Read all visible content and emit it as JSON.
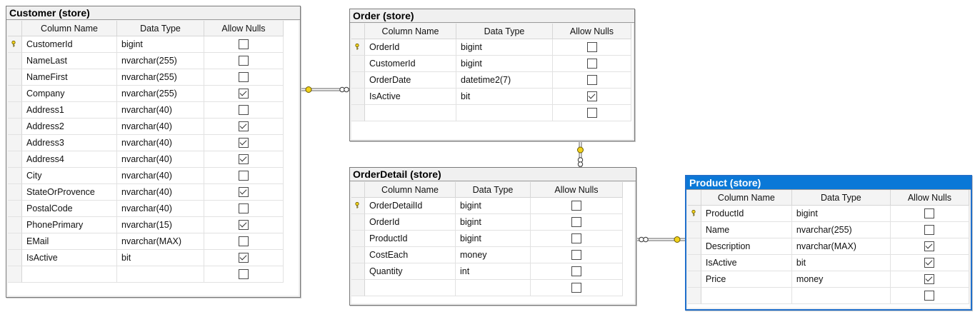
{
  "headers": {
    "column_name": "Column Name",
    "data_type": "Data Type",
    "allow_nulls": "Allow Nulls"
  },
  "tables": {
    "customer": {
      "title": "Customer (store)",
      "rows": [
        {
          "name": "CustomerId",
          "type": "bigint",
          "nulls": false,
          "pk": true
        },
        {
          "name": "NameLast",
          "type": "nvarchar(255)",
          "nulls": false
        },
        {
          "name": "NameFirst",
          "type": "nvarchar(255)",
          "nulls": false
        },
        {
          "name": "Company",
          "type": "nvarchar(255)",
          "nulls": true
        },
        {
          "name": "Address1",
          "type": "nvarchar(40)",
          "nulls": false
        },
        {
          "name": "Address2",
          "type": "nvarchar(40)",
          "nulls": true
        },
        {
          "name": "Address3",
          "type": "nvarchar(40)",
          "nulls": true
        },
        {
          "name": "Address4",
          "type": "nvarchar(40)",
          "nulls": true
        },
        {
          "name": "City",
          "type": "nvarchar(40)",
          "nulls": false
        },
        {
          "name": "StateOrProvence",
          "type": "nvarchar(40)",
          "nulls": true
        },
        {
          "name": "PostalCode",
          "type": "nvarchar(40)",
          "nulls": false
        },
        {
          "name": "PhonePrimary",
          "type": "nvarchar(15)",
          "nulls": true
        },
        {
          "name": "EMail",
          "type": "nvarchar(MAX)",
          "nulls": false
        },
        {
          "name": "IsActive",
          "type": "bit",
          "nulls": true
        },
        {
          "name": "",
          "type": "",
          "nulls": false
        }
      ]
    },
    "order": {
      "title": "Order (store)",
      "rows": [
        {
          "name": "OrderId",
          "type": "bigint",
          "nulls": false,
          "pk": true
        },
        {
          "name": "CustomerId",
          "type": "bigint",
          "nulls": false
        },
        {
          "name": "OrderDate",
          "type": "datetime2(7)",
          "nulls": false
        },
        {
          "name": "IsActive",
          "type": "bit",
          "nulls": true
        },
        {
          "name": "",
          "type": "",
          "nulls": false
        }
      ]
    },
    "orderdetail": {
      "title": "OrderDetail (store)",
      "rows": [
        {
          "name": "OrderDetailId",
          "type": "bigint",
          "nulls": false,
          "pk": true
        },
        {
          "name": "OrderId",
          "type": "bigint",
          "nulls": false
        },
        {
          "name": "ProductId",
          "type": "bigint",
          "nulls": false
        },
        {
          "name": "CostEach",
          "type": "money",
          "nulls": false
        },
        {
          "name": "Quantity",
          "type": "int",
          "nulls": false
        },
        {
          "name": "",
          "type": "",
          "nulls": false
        }
      ]
    },
    "product": {
      "title": "Product (store)",
      "rows": [
        {
          "name": "ProductId",
          "type": "bigint",
          "nulls": false,
          "pk": true
        },
        {
          "name": "Name",
          "type": "nvarchar(255)",
          "nulls": false
        },
        {
          "name": "Description",
          "type": "nvarchar(MAX)",
          "nulls": true
        },
        {
          "name": "IsActive",
          "type": "bit",
          "nulls": true
        },
        {
          "name": "Price",
          "type": "money",
          "nulls": true
        },
        {
          "name": "",
          "type": "",
          "nulls": false
        }
      ]
    }
  },
  "colors": {
    "selected_title": "#0a78d7",
    "key_icon": "#f2d21b",
    "relationship_line": "#606060"
  }
}
